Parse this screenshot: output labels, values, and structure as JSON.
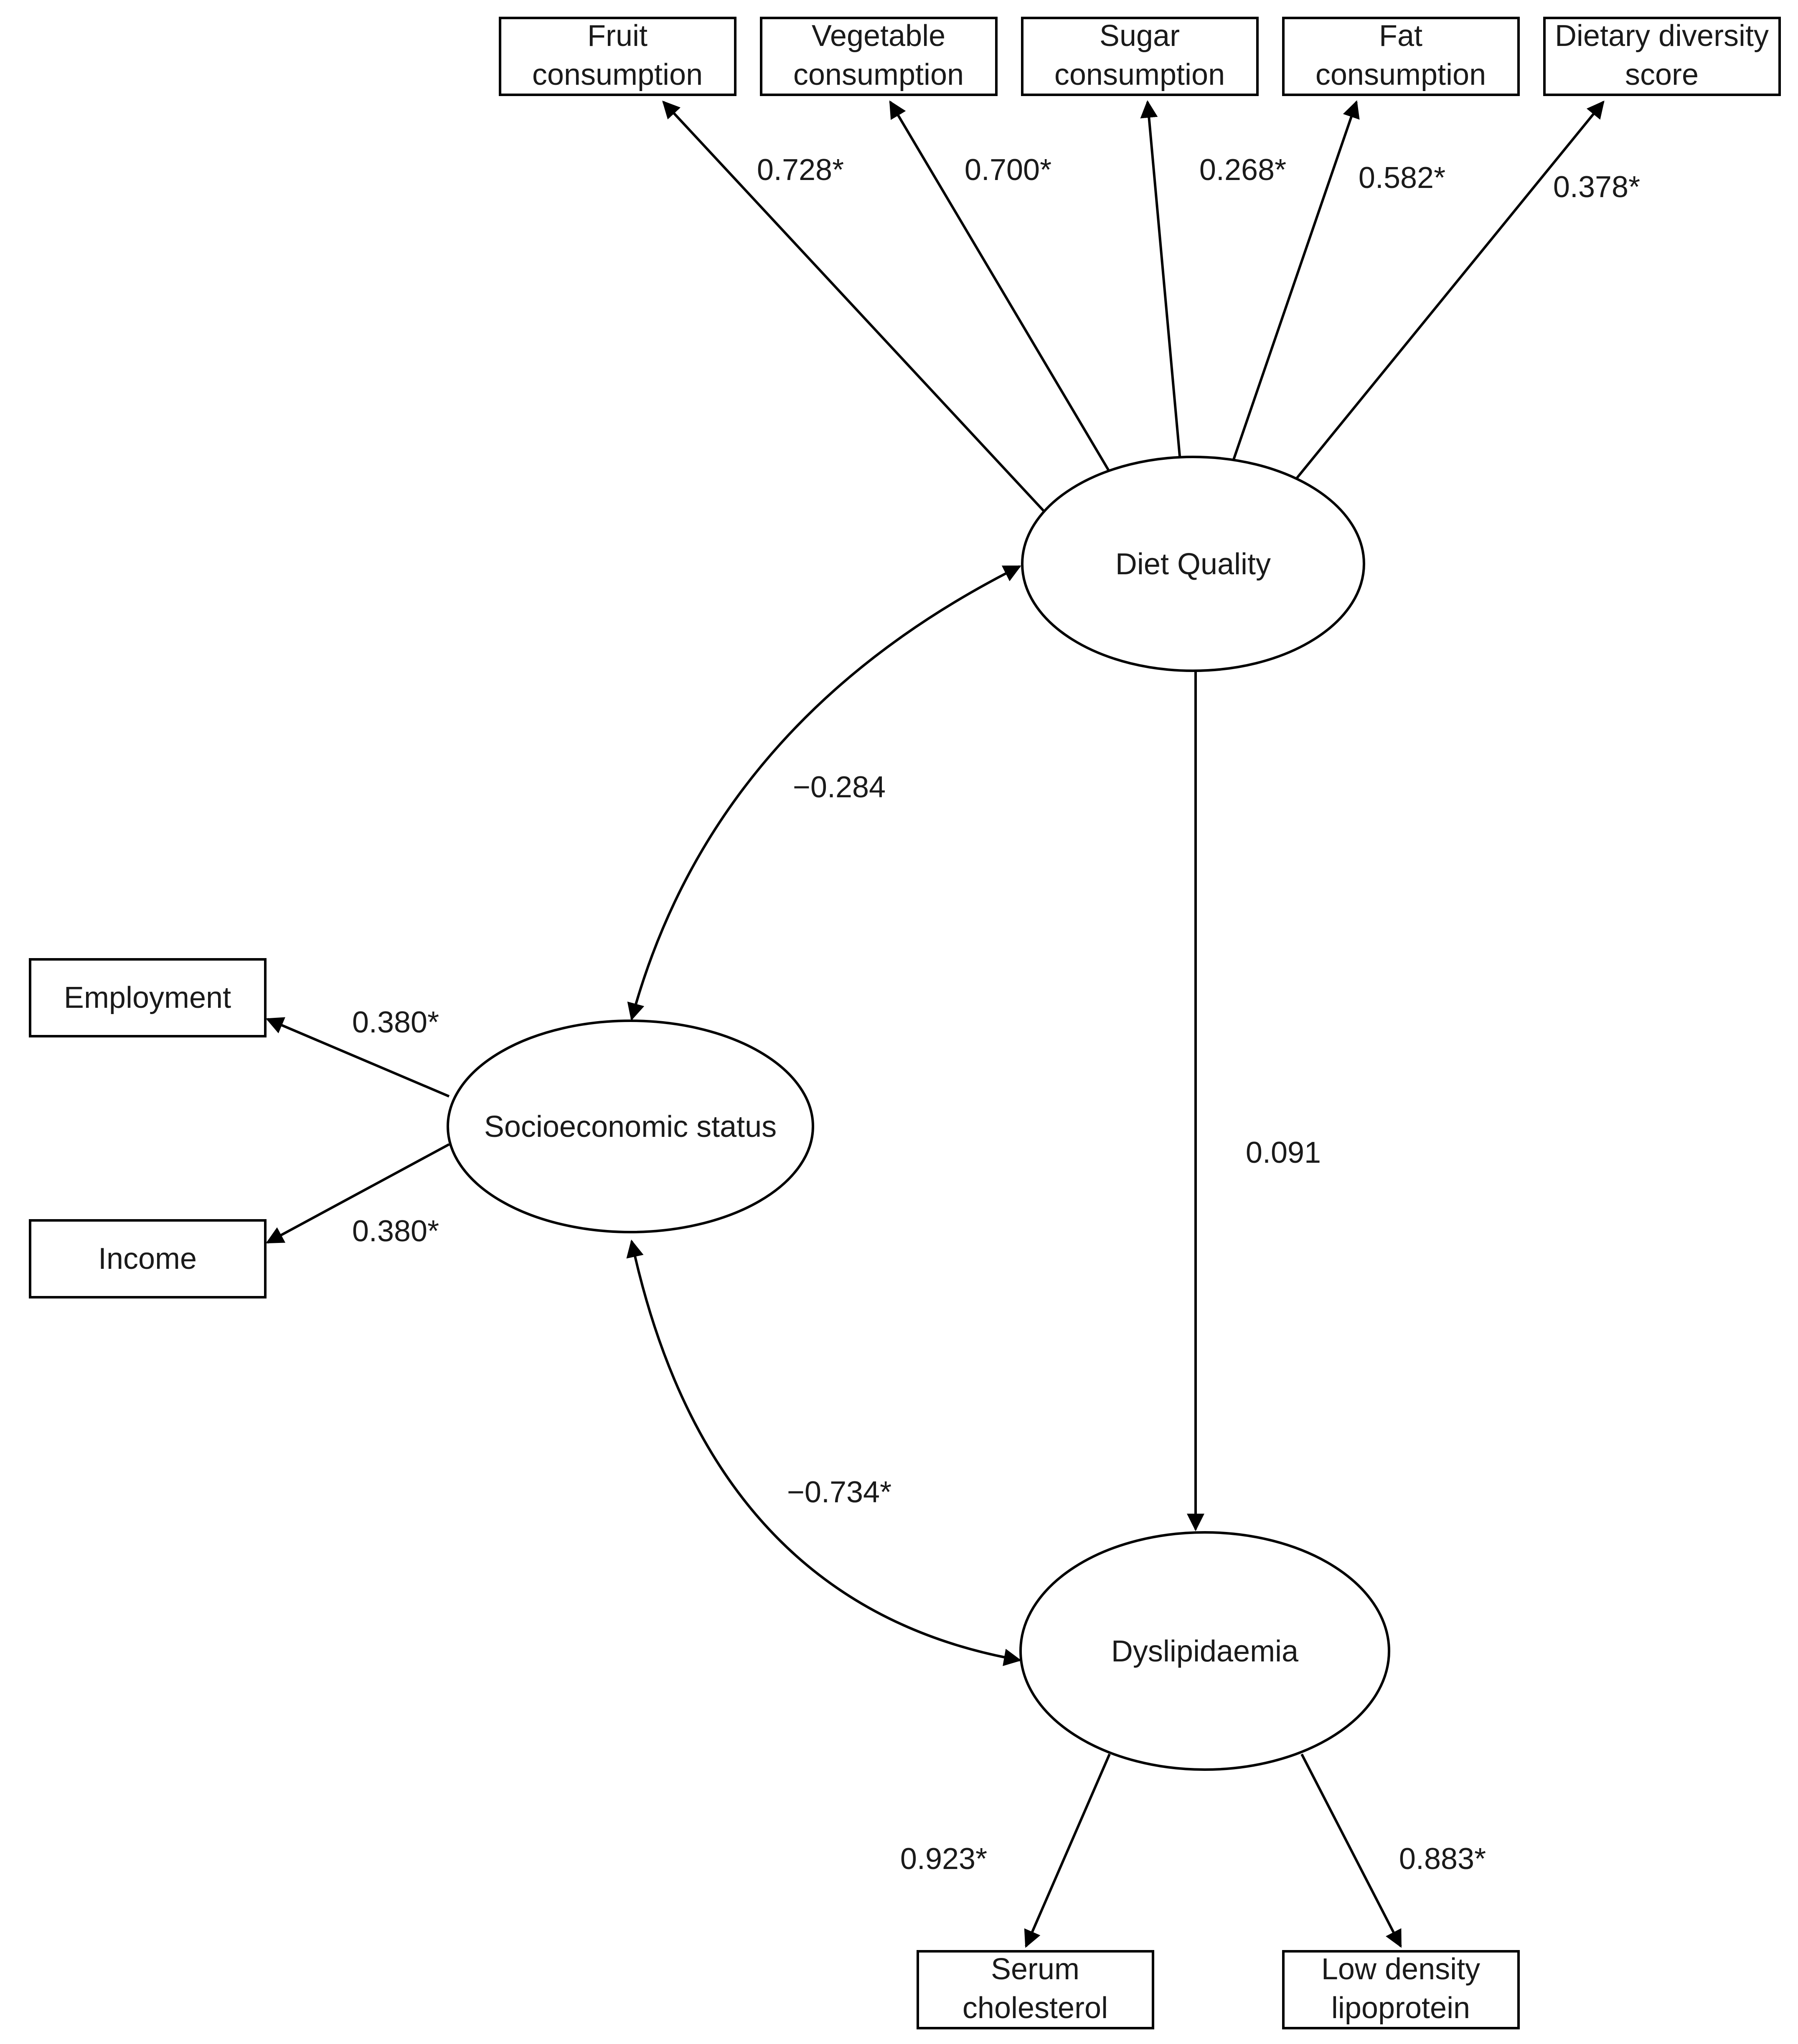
{
  "latent_variables": {
    "diet_quality": "Diet Quality",
    "socioeconomic_status": "Socioeconomic status",
    "dyslipidaemia": "Dyslipidaemia"
  },
  "indicators": {
    "fruit": [
      "Fruit",
      "consumption"
    ],
    "vegetable": [
      "Vegetable",
      "consumption"
    ],
    "sugar": [
      "Sugar",
      "consumption"
    ],
    "fat": [
      "Fat",
      "consumption"
    ],
    "dietary_diversity": [
      "Dietary diversity",
      "score"
    ],
    "employment": [
      "Employment"
    ],
    "income": [
      "Income"
    ],
    "serum_cholesterol": [
      "Serum",
      "cholesterol"
    ],
    "ldl": [
      "Low density",
      "lipoprotein"
    ]
  },
  "coefficients": {
    "fruit": "0.728*",
    "vegetable": "0.700*",
    "sugar": "0.268*",
    "fat": "0.582*",
    "dietary_diversity": "0.378*",
    "employment": "0.380*",
    "income": "0.380*",
    "diet_ses": "−0.284",
    "diet_dyslipidaemia": "0.091",
    "ses_dyslipidaemia": "−0.734*",
    "serum_cholesterol": "0.923*",
    "ldl": "0.883*"
  }
}
